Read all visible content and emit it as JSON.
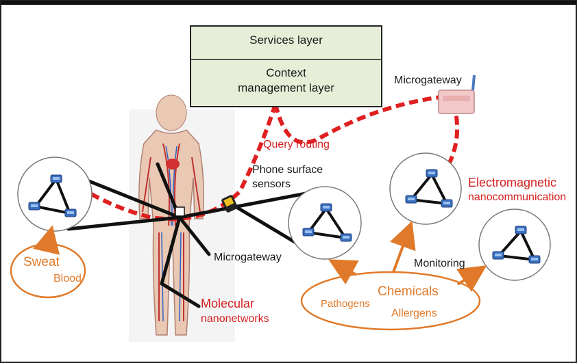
{
  "layers": {
    "services": "Services layer",
    "context_line1": "Context",
    "context_line2": "management layer"
  },
  "labels": {
    "microgateway_top": "Microgateway",
    "query_routing": "Query routing",
    "phone_sensors_line1": "Phone surface",
    "phone_sensors_line2": "sensors",
    "electromagnetic": "Electromagnetic",
    "nanocommunication": "nanocommunication",
    "microgateway_body": "Microgateway",
    "monitoring": "Monitoring",
    "molecular": "Molecular",
    "nanonetworks": "nanonetworks"
  },
  "sources": {
    "sweat": "Sweat",
    "blood": "Blood",
    "chemicals": "Chemicals",
    "pathogens": "Pathogens",
    "allergens": "Allergens"
  },
  "colors": {
    "route_red": "#e02020",
    "label_red": "#d42020",
    "source_orange": "#e07a2a",
    "box_fill": "#e6eed8",
    "node_blue": "#3a6fc0"
  },
  "icons": [
    "human-body-icon",
    "phone-icon",
    "router-icon",
    "sensor-node-icon"
  ]
}
